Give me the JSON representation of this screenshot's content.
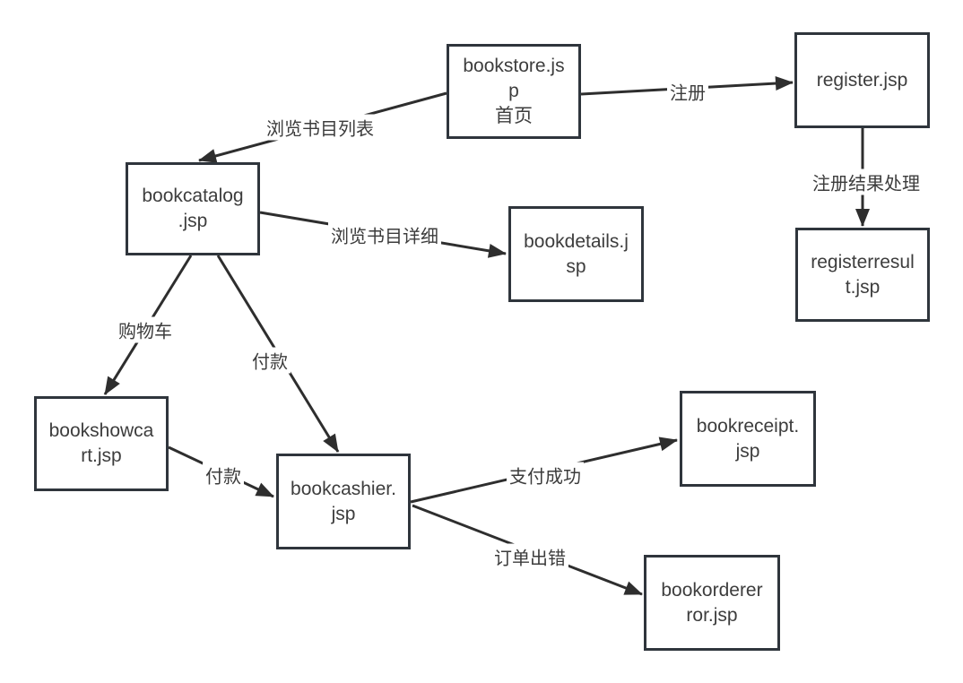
{
  "diagram": {
    "type": "flowchart",
    "description": "JSP page navigation flow of a bookstore web application",
    "nodes": [
      {
        "id": "bookstore.jsp",
        "lines": [
          "bookstore.js",
          "p",
          "首页"
        ]
      },
      {
        "id": "register.jsp",
        "lines": [
          "register.jsp"
        ]
      },
      {
        "id": "registerresult.jsp",
        "lines": [
          "registerresul",
          "t.jsp"
        ]
      },
      {
        "id": "bookcatalog.jsp",
        "lines": [
          "bookcatalog",
          ".jsp"
        ]
      },
      {
        "id": "bookdetails.jsp",
        "lines": [
          "bookdetails.j",
          "sp"
        ]
      },
      {
        "id": "bookshowcart.jsp",
        "lines": [
          "bookshowca",
          "rt.jsp"
        ]
      },
      {
        "id": "bookcashier.jsp",
        "lines": [
          "bookcashier.",
          "jsp"
        ]
      },
      {
        "id": "bookreceipt.jsp",
        "lines": [
          "bookreceipt.",
          "jsp"
        ]
      },
      {
        "id": "bookordererror.jsp",
        "lines": [
          "bookorderer",
          "ror.jsp"
        ]
      }
    ],
    "edges": [
      {
        "from": "bookstore.jsp",
        "to": "bookcatalog.jsp",
        "label": "浏览书目列表"
      },
      {
        "from": "bookstore.jsp",
        "to": "register.jsp",
        "label": "注册"
      },
      {
        "from": "register.jsp",
        "to": "registerresult.jsp",
        "label": "注册结果处理"
      },
      {
        "from": "bookcatalog.jsp",
        "to": "bookdetails.jsp",
        "label": "浏览书目详细"
      },
      {
        "from": "bookcatalog.jsp",
        "to": "bookshowcart.jsp",
        "label": "购物车"
      },
      {
        "from": "bookcatalog.jsp",
        "to": "bookcashier.jsp",
        "label": "付款"
      },
      {
        "from": "bookshowcart.jsp",
        "to": "bookcashier.jsp",
        "label": "付款"
      },
      {
        "from": "bookcashier.jsp",
        "to": "bookreceipt.jsp",
        "label": "支付成功"
      },
      {
        "from": "bookcashier.jsp",
        "to": "bookordererror.jsp",
        "label": "订单出错"
      }
    ],
    "colors": {
      "line": "#2e2e2e",
      "box_border": "#2f353c",
      "text": "#3d3d3d",
      "background": "#ffffff"
    }
  }
}
